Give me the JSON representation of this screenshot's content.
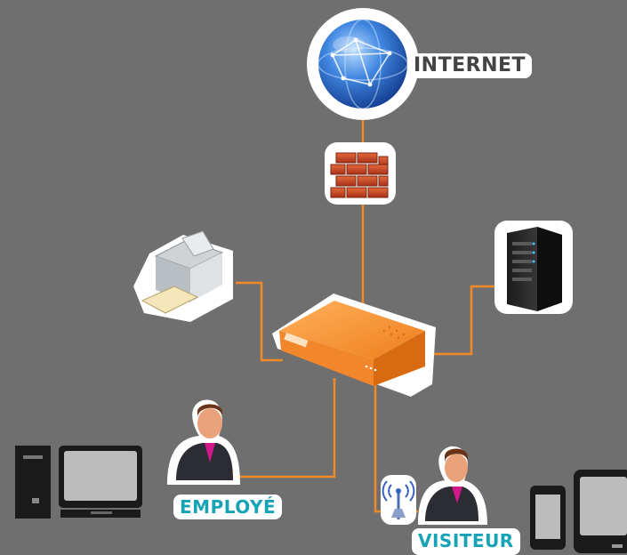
{
  "labels": {
    "internet": "INTERNET",
    "employe": "EMPLOYÉ",
    "visiteur": "VISITEUR"
  },
  "colors": {
    "background": "#6f6f6f",
    "connector": "#f08a24",
    "label_text": "#16a3b6",
    "appliance": "#f2862a"
  },
  "icons": {
    "internet": "globe-icon",
    "firewall": "brick-wall-icon",
    "printer": "printer-icon",
    "server": "server-tower-icon",
    "gateway": "network-appliance-icon",
    "employee": "person-icon",
    "visitor": "person-icon",
    "wifi": "wifi-antenna-icon",
    "desktop": "desktop-computer-icon",
    "mobile": "mobile-device-icon"
  }
}
